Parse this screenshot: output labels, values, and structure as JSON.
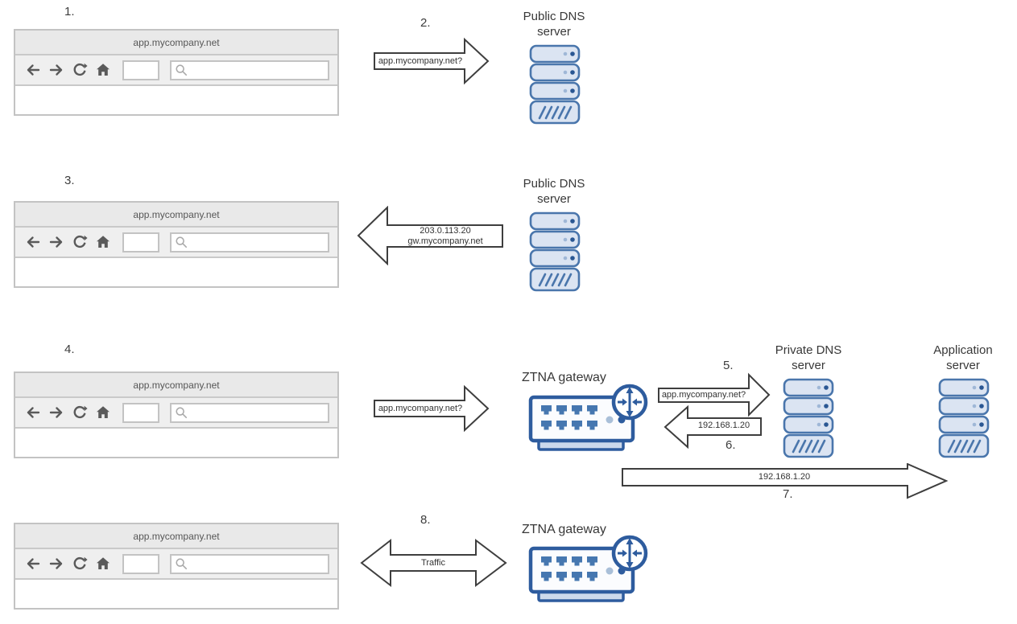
{
  "diagram": {
    "browser": {
      "url": "app.mycompany.net",
      "search_value": "",
      "toolbar_icons": [
        "back-arrow",
        "forward-arrow",
        "reload",
        "home",
        "search-magnifier"
      ]
    },
    "steps": {
      "s1": "1.",
      "s2": "2.",
      "s3": "3.",
      "s4": "4.",
      "s5": "5.",
      "s6": "6.",
      "s7": "7.",
      "s8": "8."
    },
    "nodes": {
      "public_dns": "Public DNS server",
      "private_dns": "Private DNS server",
      "application": "Application server",
      "ztna": "ZTNA gateway"
    },
    "arrows": {
      "step2_query": "app.mycompany.net?",
      "step3_line1": "203.0.113.20",
      "step3_line2": "gw.mycompany.net",
      "step4_query": "app.mycompany.net?",
      "step5_query": "app.mycompany.net?",
      "step6_response": "192.168.1.20",
      "step7_ip": "192.168.1.20",
      "step8_traffic": "Traffic"
    },
    "colors": {
      "server_fill": "#dbe4f2",
      "server_stroke": "#4a76ac",
      "device_stroke": "#2e5c9e",
      "port_fill": "#4677b0",
      "arrow_stroke": "#3e3e3e",
      "browser_bar": "#e9e9e9",
      "browser_border": "#c3c3c3",
      "text": "#3d3d3d"
    }
  }
}
